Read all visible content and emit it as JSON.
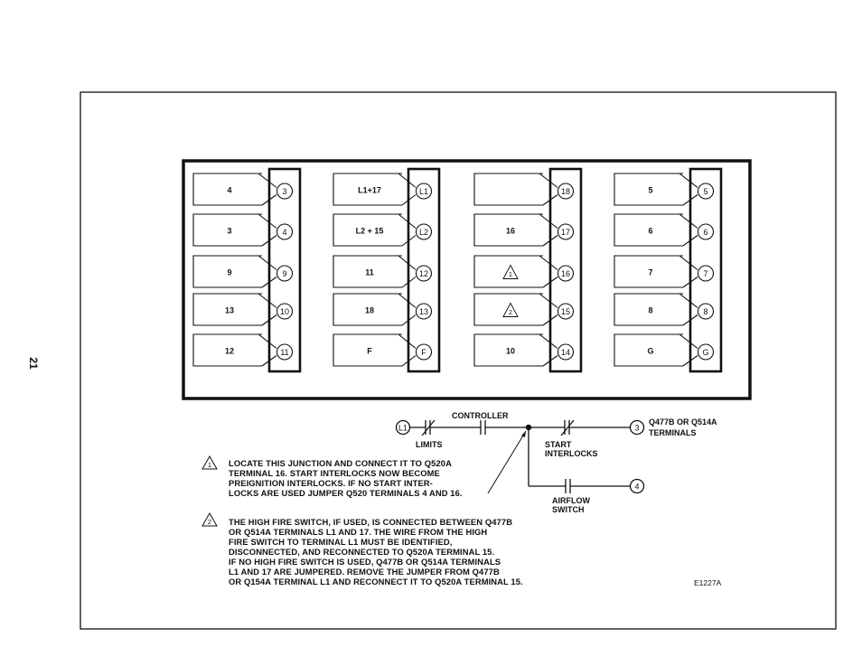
{
  "page_number": "21",
  "strips": [
    {
      "rows": [
        {
          "label": "4",
          "terminal": "3"
        },
        {
          "label": "3",
          "terminal": "4"
        },
        {
          "label": "9",
          "terminal": "9"
        },
        {
          "label": "13",
          "terminal": "10"
        },
        {
          "label": "12",
          "terminal": "11"
        }
      ]
    },
    {
      "rows": [
        {
          "label": "L1+17",
          "terminal": "L1"
        },
        {
          "label": "L2 + 15",
          "terminal": "L2"
        },
        {
          "label": "11",
          "terminal": "12"
        },
        {
          "label": "18",
          "terminal": "13"
        },
        {
          "label": "F",
          "terminal": "F"
        }
      ]
    },
    {
      "rows": [
        {
          "label": "",
          "terminal": "18"
        },
        {
          "label": "16",
          "terminal": "17"
        },
        {
          "label": "1",
          "terminal": "16",
          "triangle": true
        },
        {
          "label": "2",
          "terminal": "15",
          "triangle": true
        },
        {
          "label": "10",
          "terminal": "14"
        }
      ]
    },
    {
      "rows": [
        {
          "label": "5",
          "terminal": "5"
        },
        {
          "label": "6",
          "terminal": "6"
        },
        {
          "label": "7",
          "terminal": "7"
        },
        {
          "label": "8",
          "terminal": "8"
        },
        {
          "label": "G",
          "terminal": "G"
        }
      ]
    }
  ],
  "schematic": {
    "l1": "L1",
    "limits": "LIMITS",
    "controller": "CONTROLLER",
    "start": "START",
    "interlocks": "INTERLOCKS",
    "term3": "3",
    "term3_line1": "Q477B OR Q514A",
    "term3_line2": "TERMINALS",
    "term4": "4",
    "airflow": "AIRFLOW",
    "switch": "SWITCH"
  },
  "notes": [
    {
      "number": "1",
      "lines": [
        "LOCATE THIS JUNCTION AND CONNECT IT TO Q520A",
        "TERMINAL 16.  START INTERLOCKS NOW BECOME",
        "PREIGNITION INTERLOCKS.  IF NO START INTER-",
        "LOCKS ARE USED JUMPER Q520 TERMINALS 4 AND 16."
      ]
    },
    {
      "number": "2",
      "lines": [
        "THE HIGH FIRE SWITCH, IF USED, IS CONNECTED BETWEEN Q477B",
        "OR Q514A TERMINALS L1 AND 17.  THE WIRE FROM THE HIGH",
        "FIRE SWITCH TO TERMINAL L1 MUST BE IDENTIFIED,",
        "DISCONNECTED, AND RECONNECTED TO Q520A TERMINAL 15.",
        "IF NO HIGH FIRE SWITCH IS USED, Q477B OR Q514A TERMINALS",
        "L1 AND 17 ARE JUMPERED.  REMOVE THE JUMPER FROM Q477B",
        "OR Q154A TERMINAL L1 AND RECONNECT IT TO Q520A TERMINAL 15."
      ]
    }
  ],
  "figure_id": "E1227A"
}
